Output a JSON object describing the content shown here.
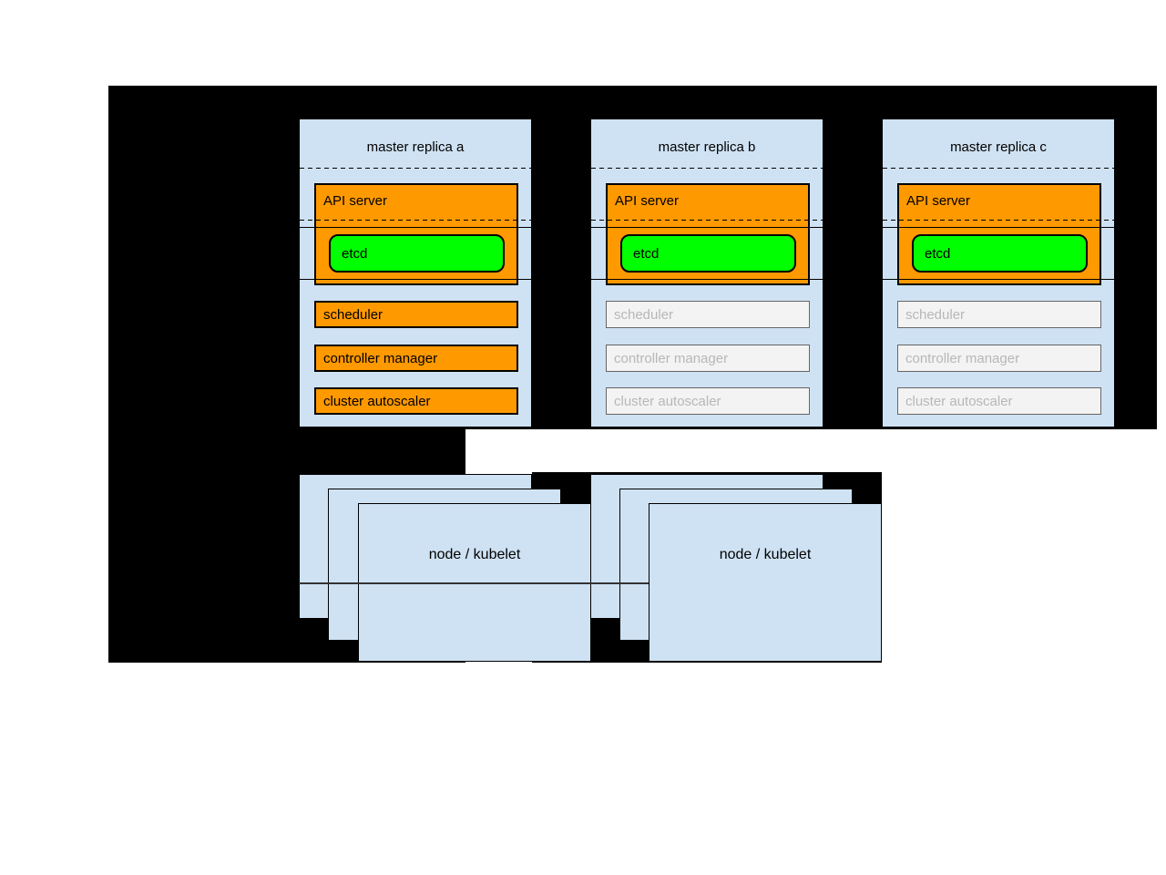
{
  "masters": [
    {
      "title": "master replica a",
      "api_server": "API server",
      "etcd": "etcd",
      "scheduler": "scheduler",
      "controller_manager": "controller manager",
      "cluster_autoscaler": "cluster autoscaler"
    },
    {
      "title": "master replica b",
      "api_server": "API server",
      "etcd": "etcd",
      "scheduler": "scheduler",
      "controller_manager": "controller manager",
      "cluster_autoscaler": "cluster autoscaler"
    },
    {
      "title": "master replica c",
      "api_server": "API server",
      "etcd": "etcd",
      "scheduler": "scheduler",
      "controller_manager": "controller manager",
      "cluster_autoscaler": "cluster autoscaler"
    }
  ],
  "nodes": [
    {
      "label": "node / kubelet"
    },
    {
      "label": "node / kubelet"
    }
  ],
  "colors": {
    "panel_blue": "#cfe2f3",
    "active_orange": "#ff9900",
    "etcd_green": "#00ff00",
    "inactive_fill": "#f3f3f3",
    "inactive_text": "#b7b7b7",
    "inactive_border": "#666666",
    "slide_background": "#000000"
  }
}
